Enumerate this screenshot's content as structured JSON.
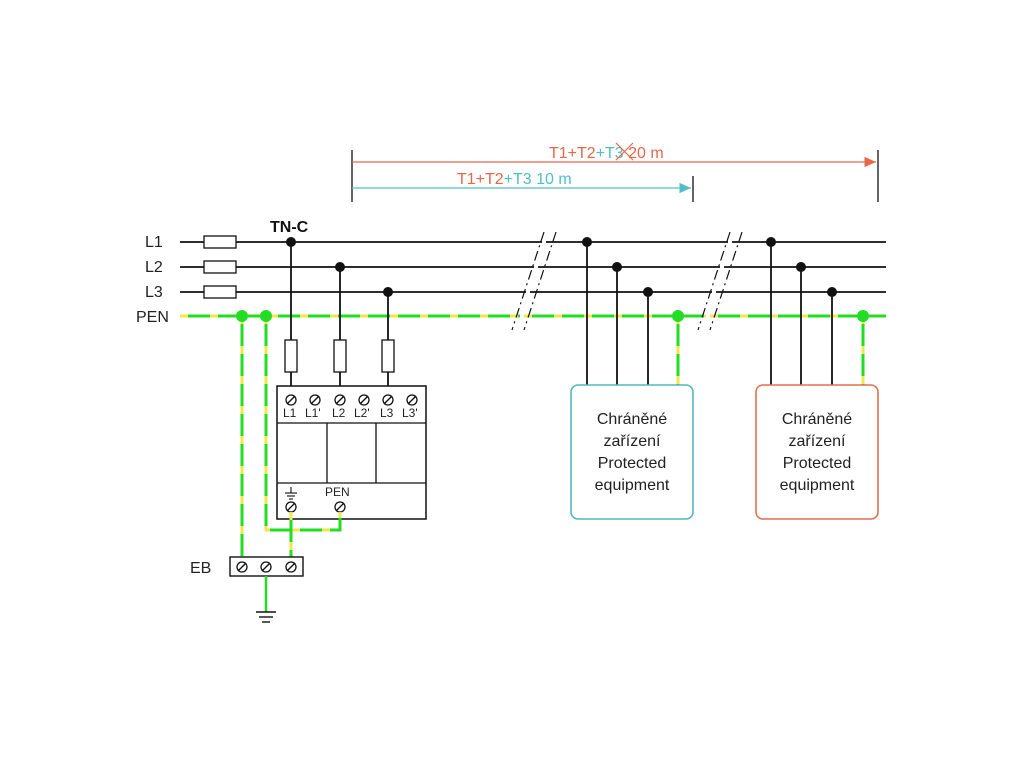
{
  "colors": {
    "wire": "#111111",
    "pen_green": "#22dd22",
    "pen_yellow": "#f0e84a",
    "type1_2": "#e8664a",
    "type3": "#4fc0c8",
    "box_teal": "#4fb8c0",
    "box_orange": "#e07050"
  },
  "lines": {
    "l1": "L1",
    "l2": "L2",
    "l3": "L3",
    "pen": "PEN"
  },
  "network": {
    "system": "TN-C"
  },
  "spd": {
    "terminals_top": [
      "L1",
      "L1'",
      "L2",
      "L2'",
      "L3",
      "L3'"
    ],
    "terminal_pen": "PEN"
  },
  "earth_bar": {
    "label": "EB"
  },
  "measure_long": {
    "part_a": "T1+T2",
    "part_b": "+",
    "part_c": "T3",
    "part_d": " 20 m"
  },
  "measure_short": {
    "part_a": "T1+T2",
    "part_b": "+T3",
    "part_c": " 10 m"
  },
  "equipment_1": {
    "line1": "Chráněné",
    "line2": "zařízení",
    "line3": "Protected",
    "line4": "equipment"
  },
  "equipment_2": {
    "line1": "Chráněné",
    "line2": "zařízení",
    "line3": "Protected",
    "line4": "equipment"
  }
}
